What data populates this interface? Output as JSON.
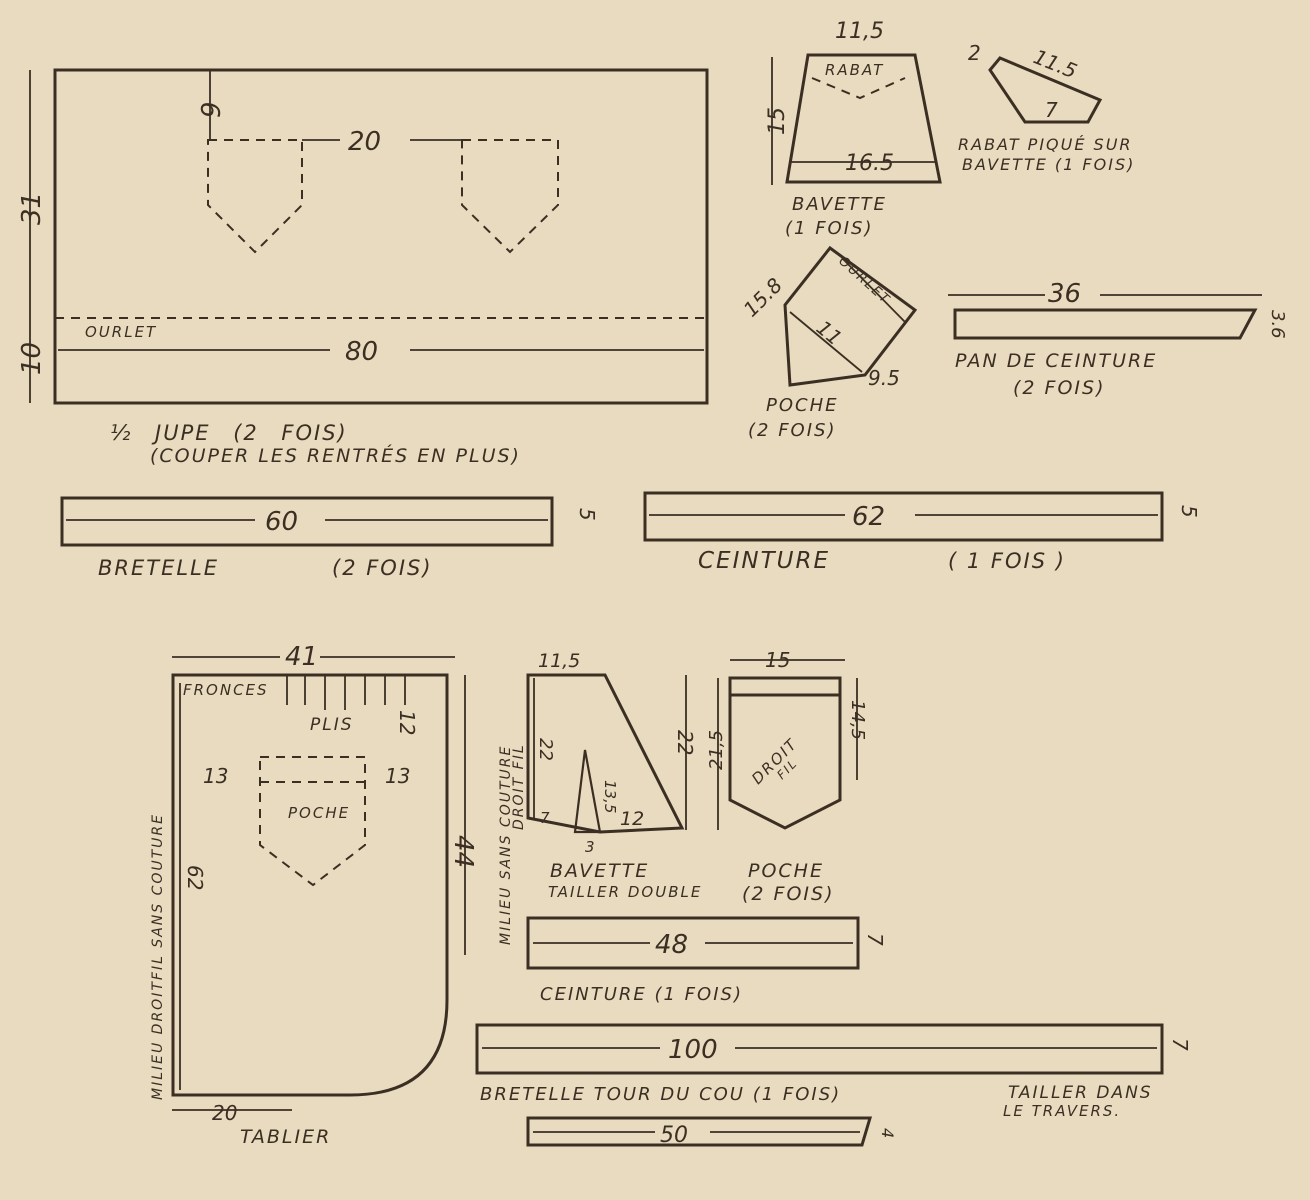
{
  "jupe": {
    "title": "½ JUPE  (2 FOIS)",
    "note": "(COUPER LES RENTRÉS EN PLUS)",
    "ourlet": "OURLET",
    "w": "80",
    "h": "31",
    "hem": "10",
    "top": "9",
    "gap": "20"
  },
  "bavette_top": {
    "rabat": "RABAT",
    "top": "11,5",
    "h": "15",
    "bottom": "16.5",
    "label": "BAVETTE",
    "count": "(1 FOIS)"
  },
  "rabat": {
    "a": "2",
    "b": "11.5",
    "c": "7",
    "label1": "RABAT PIQUÉ SUR",
    "label2": "BAVETTE  (1 FOIS)"
  },
  "poche_top": {
    "ourlet": "OURLET",
    "a": "15.8",
    "b": "11",
    "c": "9.5",
    "label": "POCHE",
    "count": "(2 FOIS)"
  },
  "pan": {
    "w": "36",
    "h": "3.6",
    "label": "PAN DE CEINTURE",
    "count": "(2 FOIS)"
  },
  "bretelle": {
    "w": "60",
    "h": "5",
    "label": "BRETELLE",
    "count": "(2 FOIS)"
  },
  "ceinture": {
    "w": "62",
    "h": "5",
    "label": "CEINTURE",
    "count": "( 1 FOIS )"
  },
  "tablier": {
    "w": "41",
    "fronces": "FRONCES",
    "plis": "PLIS",
    "d12": "12",
    "l13": "13",
    "r13": "13",
    "poche": "POCHE",
    "h44": "44",
    "h62": "62",
    "bottom": "20",
    "label": "TABLIER",
    "side": "MILIEU DROITFIL SANS COUTURE"
  },
  "bavette_bottom": {
    "top": "11,5",
    "l22": "22",
    "r22": "22",
    "dart": "13,5",
    "b12": "12",
    "b7": "7",
    "b3": "3",
    "side1": "MILIEU SANS COUTURE",
    "side2": "DROIT FIL",
    "label": "BAVETTE",
    "note": "TAILLER DOUBLE"
  },
  "poche_bottom": {
    "w": "15",
    "h": "21,5",
    "h2": "14,5",
    "grain": "DROIT",
    "grain2": "FIL",
    "label": "POCHE",
    "count": "(2 FOIS)"
  },
  "ceinture2": {
    "w": "48",
    "h": "7",
    "label": "CEINTURE   (1 FOIS)"
  },
  "bretelle2": {
    "w": "100",
    "h": "7",
    "label": "BRETELLE  TOUR DU COU   (1 FOIS)",
    "note1": "TAILLER DANS",
    "note2": "LE TRAVERS."
  },
  "bande": {
    "w": "50",
    "h": "4"
  }
}
